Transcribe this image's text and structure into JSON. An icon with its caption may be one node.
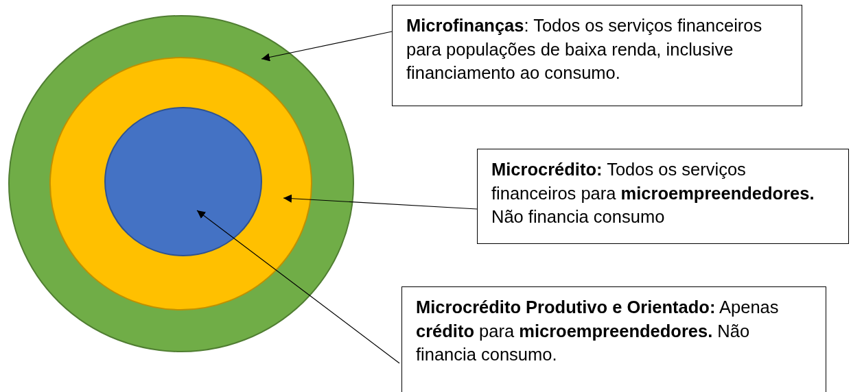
{
  "diagram": {
    "nodes": [
      {
        "text": [],
        "shape": "circle"
      },
      {
        "text": [],
        "shape": "circle",
        "in": 0
      },
      {
        "text": [],
        "shape": "circle",
        "in": 1
      },
      {
        "text": [
          "**Microfinanças**: Todos os serviços financeiros para populações de baixa renda, inclusive financiamento ao consumo."
        ]
      },
      {
        "text": [
          "**Microcrédito:** Todos os serviços financeiros para **microempreendedores.** Não financia consumo"
        ]
      },
      {
        "text": [
          "**Microcrédito Produtivo e Orientado:** Apenas **crédito** para **microempreendedores.** Não financia consumo."
        ]
      }
    ],
    "edges": [
      {
        "from": 3,
        "to": 0,
        "arrow": "to"
      },
      {
        "from": 4,
        "to": 1,
        "arrow": "to"
      },
      {
        "from": 5,
        "to": 2,
        "arrow": "to"
      }
    ]
  }
}
